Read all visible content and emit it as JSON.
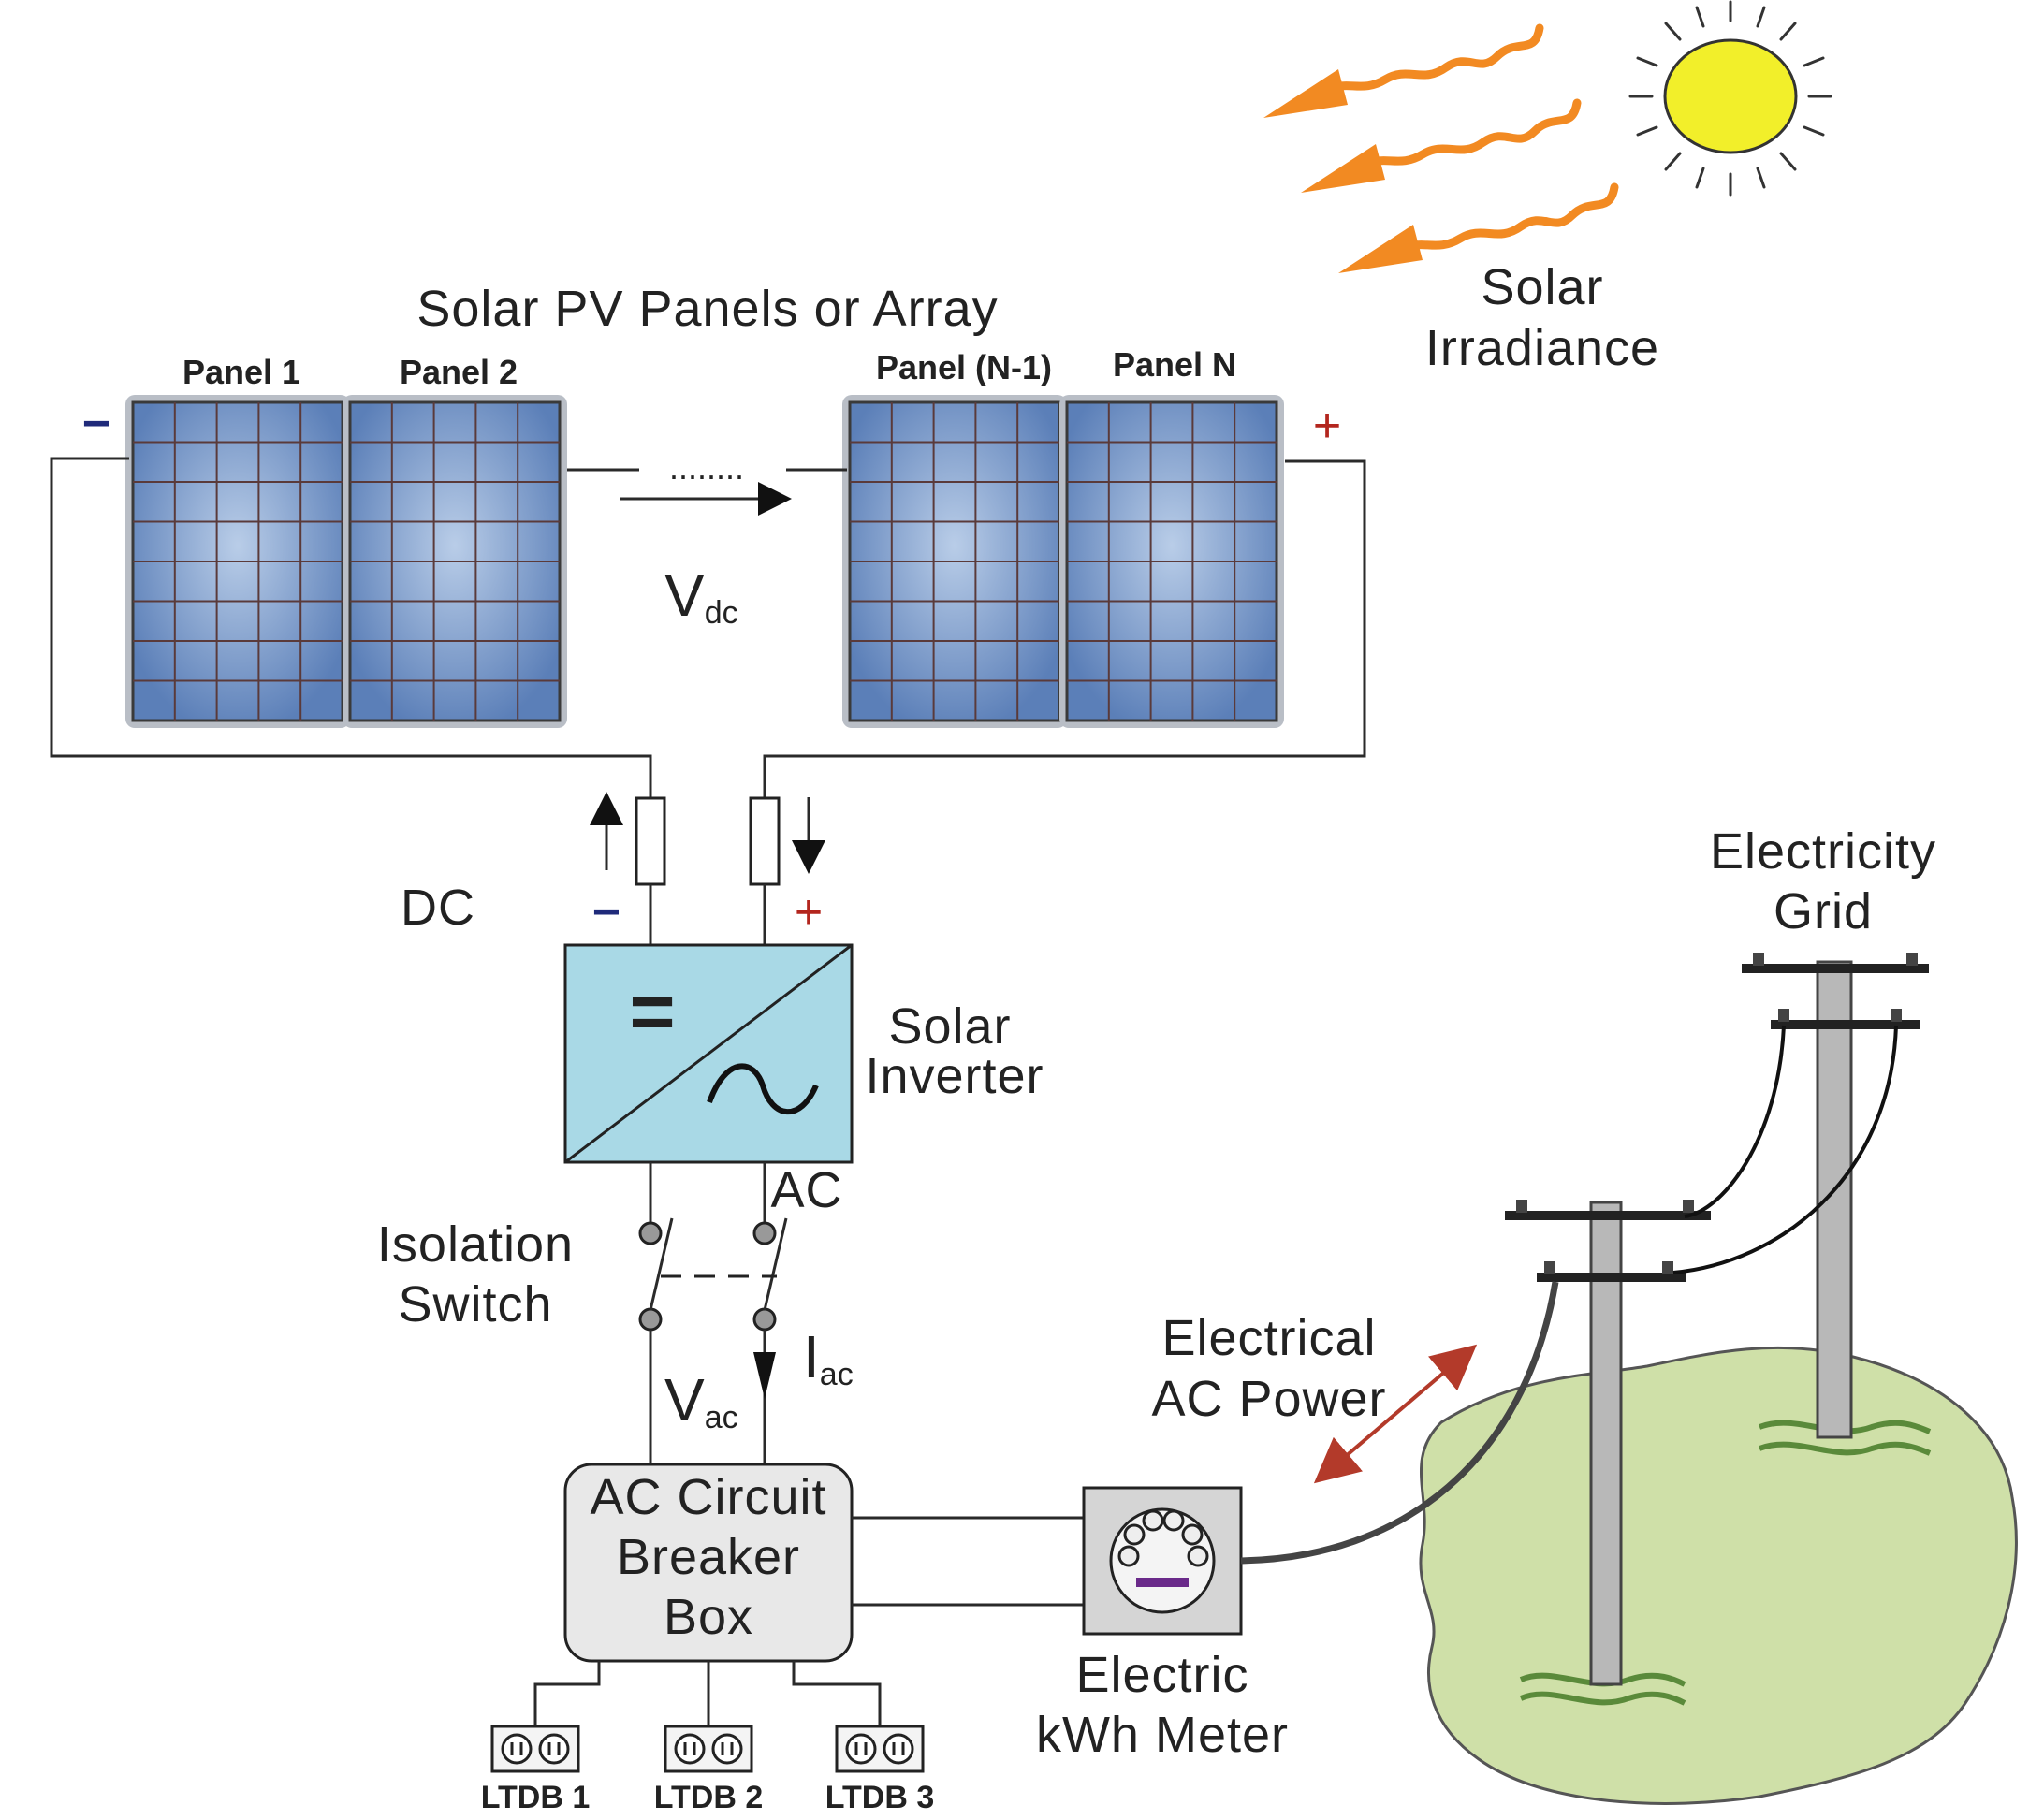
{
  "labels": {
    "solar_irradiance_line1": "Solar",
    "solar_irradiance_line2": "Irradiance",
    "array_title": "Solar PV Panels or Array",
    "vdc_main": "V",
    "vdc_sub": "dc",
    "dc": "DC",
    "inverter_line1": "Solar",
    "inverter_line2": "Inverter",
    "ac": "AC",
    "isolation_line1": "Isolation",
    "isolation_line2": "Switch",
    "vac_main": "V",
    "vac_sub": "ac",
    "iac_main": "I",
    "iac_sub": "ac",
    "breaker_line1": "AC Circuit",
    "breaker_line2": "Breaker",
    "breaker_line3": "Box",
    "ac_power_line1": "Electrical",
    "ac_power_line2": "AC Power",
    "meter_line1": "Electric",
    "meter_line2": "kWh Meter",
    "grid_line1": "Electricity",
    "grid_line2": "Grid",
    "minus": "−",
    "plus": "+",
    "dots": "........",
    "inverter_dc_symbol": "="
  },
  "panels": [
    {
      "label": "Panel 1"
    },
    {
      "label": "Panel 2"
    },
    {
      "label": "Panel (N-1)"
    },
    {
      "label": "Panel N"
    }
  ],
  "outlets": [
    {
      "label": "LTDB 1"
    },
    {
      "label": "LTDB 2"
    },
    {
      "label": "LTDB 3"
    }
  ],
  "colors": {
    "panel_cell": "#5b7fb8",
    "panel_frame": "#b9bec6",
    "inverter_fill": "#a9d9e6",
    "sun": "#f2ef2a",
    "irradiance": "#f28a22",
    "grid_ground": "#cfe0a8",
    "ac_power_arrow": "#b33a2a"
  }
}
